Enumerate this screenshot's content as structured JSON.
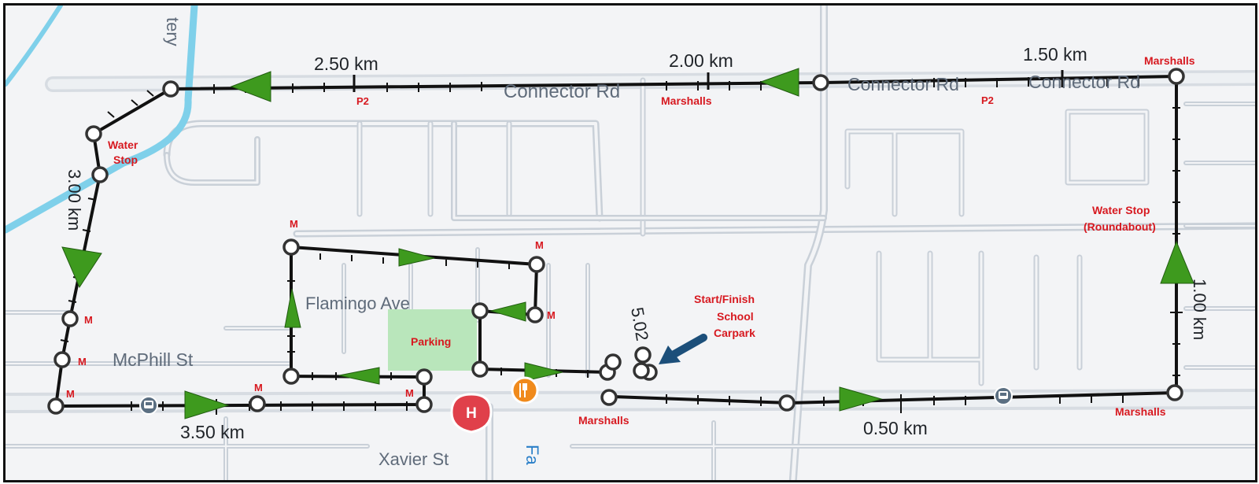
{
  "map": {
    "streets": {
      "connector_rd": "Connector Rd",
      "flamingo_ave": "Flamingo Ave",
      "mcphill_st": "McPhill St",
      "xavier_st": "Xavier St",
      "cemetery_fragment": "tery",
      "fa_fragment": "Fa"
    },
    "distance_markers": {
      "km_050": "0.50 km",
      "km_100": "1.00 km",
      "km_150": "1.50 km",
      "km_200": "2.00 km",
      "km_250": "2.50 km",
      "km_300": "3.00 km",
      "km_350": "3.50 km",
      "km_502": "5.02"
    },
    "annotations": {
      "marshalls": "Marshalls",
      "p2": "P2",
      "water_stop": [
        "Water",
        "Stop"
      ],
      "water_stop_roundabout": [
        "Water Stop",
        "(Roundabout)"
      ],
      "start_finish": [
        "Start/Finish",
        "School",
        "Carpark"
      ],
      "parking": "Parking",
      "m": "M"
    },
    "colors": {
      "route": "#111111",
      "arrow": "#3e9a1e",
      "label_red": "#d71920",
      "park": "#b9e6bb",
      "road": "#c5ccd5",
      "water": "#7fd0ea",
      "pointer": "#1c4f7a"
    },
    "icons": [
      "bus-stop-icon",
      "hospital-icon",
      "restaurant-icon",
      "pointer-arrow-icon",
      "direction-arrow-icon",
      "waypoint-icon"
    ]
  }
}
